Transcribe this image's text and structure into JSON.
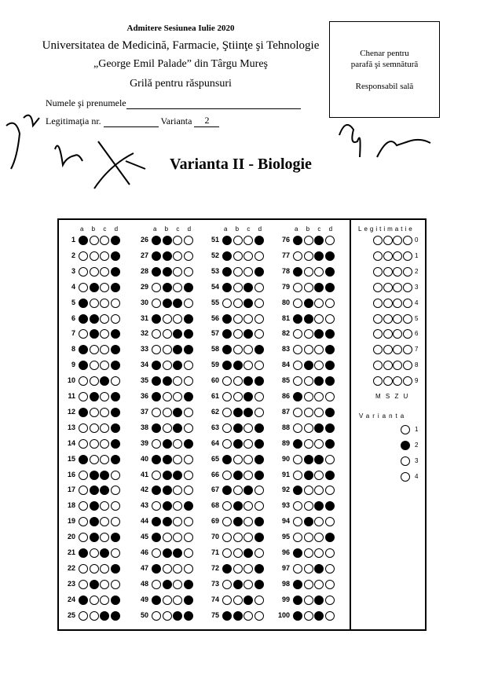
{
  "header": {
    "session": "Admitere Sesiunea Iulie 2020",
    "university": "Universitatea de Medicină, Farmacie, Ştiinţe şi Tehnologie",
    "university2": "„George Emil Palade” din Târgu Mureş",
    "form_title": "Grilă pentru răspunsuri",
    "name_label": "Numele şi prenumele",
    "id_label": "Legitimaţia nr.",
    "variant_label": "Varianta",
    "variant_value": "2"
  },
  "stamp": {
    "line1": "Chenar pentru",
    "line2": "parafă şi semnătură",
    "line3": "Responsabil sală"
  },
  "subject_title": "Varianta II - Biologie",
  "column_header": "a b c d",
  "answers": [
    "ad",
    "d",
    "d",
    "bd",
    "a",
    "ab",
    "bd",
    "ad",
    "ad",
    "c",
    "bd",
    "ad",
    "d",
    "d",
    "ad",
    "bc",
    "bc",
    "b",
    "b",
    "bd",
    "ac",
    "d",
    "b",
    "ad",
    "cd",
    "ab",
    "ab",
    "ab",
    "bd",
    "bc",
    "ad",
    "cd",
    "cd",
    "ac",
    "ab",
    "ad",
    "c",
    "ac",
    "bd",
    "ab",
    "bc",
    "ab",
    "bd",
    "ab",
    "a",
    "bc",
    "a",
    "bd",
    "ad",
    "cd",
    "ad",
    "a",
    "ad",
    "ac",
    "c",
    "a",
    "ac",
    "ad",
    "ab",
    "cd",
    "c",
    "bc",
    "bd",
    "bd",
    "ad",
    "bd",
    "ac",
    "b",
    "bd",
    "d",
    "c",
    "ad",
    "bd",
    "c",
    "ab",
    "ac",
    "cd",
    "ad",
    "cd",
    "b",
    "ab",
    "cd",
    "d",
    "bd",
    "cd",
    "a",
    "d",
    "cd",
    "ad",
    "bc",
    "bd",
    "a",
    "cd",
    "b",
    "d",
    "a",
    "c",
    "a",
    "ac",
    "ac"
  ],
  "id_panel": {
    "title": "Legitimatie",
    "digits": [
      "0",
      "1",
      "2",
      "3",
      "4",
      "5",
      "6",
      "7",
      "8",
      "9"
    ],
    "footer": "M S Z U"
  },
  "variant_panel": {
    "title": "Varianta",
    "options": [
      "1",
      "2",
      "3",
      "4"
    ],
    "selected": "2"
  },
  "question_numbers": [
    "1",
    "2",
    "3",
    "4",
    "5",
    "6",
    "7",
    "8",
    "9",
    "10",
    "11",
    "12",
    "13",
    "14",
    "15",
    "16",
    "17",
    "18",
    "19",
    "20",
    "21",
    "22",
    "23",
    "24",
    "25",
    "26",
    "27",
    "28",
    "29",
    "30",
    "31",
    "32",
    "33",
    "34",
    "35",
    "36",
    "37",
    "38",
    "39",
    "40",
    "41",
    "42",
    "43",
    "44",
    "45",
    "46",
    "47",
    "48",
    "49",
    "50",
    "51",
    "52",
    "53",
    "54",
    "55",
    "56",
    "57",
    "58",
    "59",
    "60",
    "61",
    "62",
    "63",
    "64",
    "65",
    "66",
    "67",
    "68",
    "69",
    "70",
    "71",
    "72",
    "73",
    "74",
    "75",
    "76",
    "77",
    "78",
    "79",
    "80",
    "81",
    "82",
    "83",
    "84",
    "85",
    "86",
    "87",
    "88",
    "89",
    "90",
    "91",
    "92",
    "93",
    "94",
    "95",
    "96",
    "97",
    "98",
    "99",
    "100"
  ]
}
